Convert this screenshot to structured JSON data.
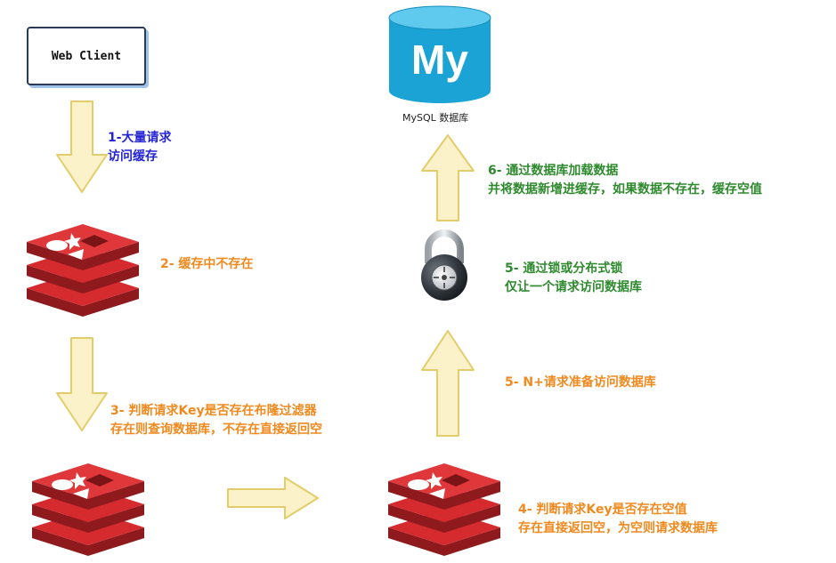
{
  "diagram": {
    "client": {
      "label": "Web Client"
    },
    "database": {
      "logo_text": "My",
      "label": "MySQL 数据库"
    },
    "steps": {
      "s1": [
        "1-大量请求",
        "访问缓存"
      ],
      "s2": [
        "2- 缓存中不存在"
      ],
      "s3": [
        "3- 判断请求Key是否存在布隆过滤器",
        "存在则查询数据库，不存在直接返回空"
      ],
      "s4": [
        "4- 判断请求Key是否存在空值",
        "存在直接返回空，为空则请求数据库"
      ],
      "s5n": [
        "5- N+请求准备访问数据库"
      ],
      "s5lock": [
        "5- 通过锁或分布式锁",
        "仅让一个请求访问数据库"
      ],
      "s6": [
        "6- 通过数据库加载数据",
        "并将数据新增进缓存，如果数据不存在，缓存空值"
      ]
    },
    "colors": {
      "step1": "#2424d6",
      "orange_steps": "#f0891e",
      "green_steps": "#2f8a2f",
      "redis_red": "#c8262a",
      "mysql_blue": "#1aa3d4",
      "arrow_fill": "#fbf2c9",
      "arrow_stroke": "#e3cc6a"
    },
    "icons": [
      "redis-icon",
      "mysql-icon",
      "padlock-icon",
      "arrow-icon"
    ]
  }
}
